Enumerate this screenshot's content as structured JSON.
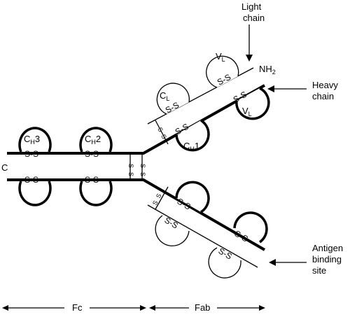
{
  "labels": {
    "light_chain": [
      "Light",
      "chain"
    ],
    "heavy_chain": [
      "Heavy",
      "chain"
    ],
    "antigen": [
      "Antigen",
      "binding",
      "site"
    ],
    "nh2": "NH",
    "nh2_sub": "2",
    "c_terminus": "C",
    "fc": "Fc",
    "fab": "Fab"
  },
  "domains": {
    "ch3": {
      "base": "C",
      "sub": "H",
      "suffix": "3"
    },
    "ch2": {
      "base": "C",
      "sub": "H",
      "suffix": "2"
    },
    "ch1": {
      "base": "C",
      "sub": "H",
      "suffix": "1"
    },
    "cl": {
      "base": "C",
      "sub": "L",
      "suffix": ""
    },
    "vl_light": {
      "base": "V",
      "sub": "L",
      "suffix": ""
    },
    "vl_heavy": {
      "base": "V",
      "sub": "L",
      "suffix": ""
    }
  },
  "disulfide": "S-S",
  "bridge_s": "S",
  "colors": {
    "line": "#000000",
    "background": "#ffffff"
  }
}
